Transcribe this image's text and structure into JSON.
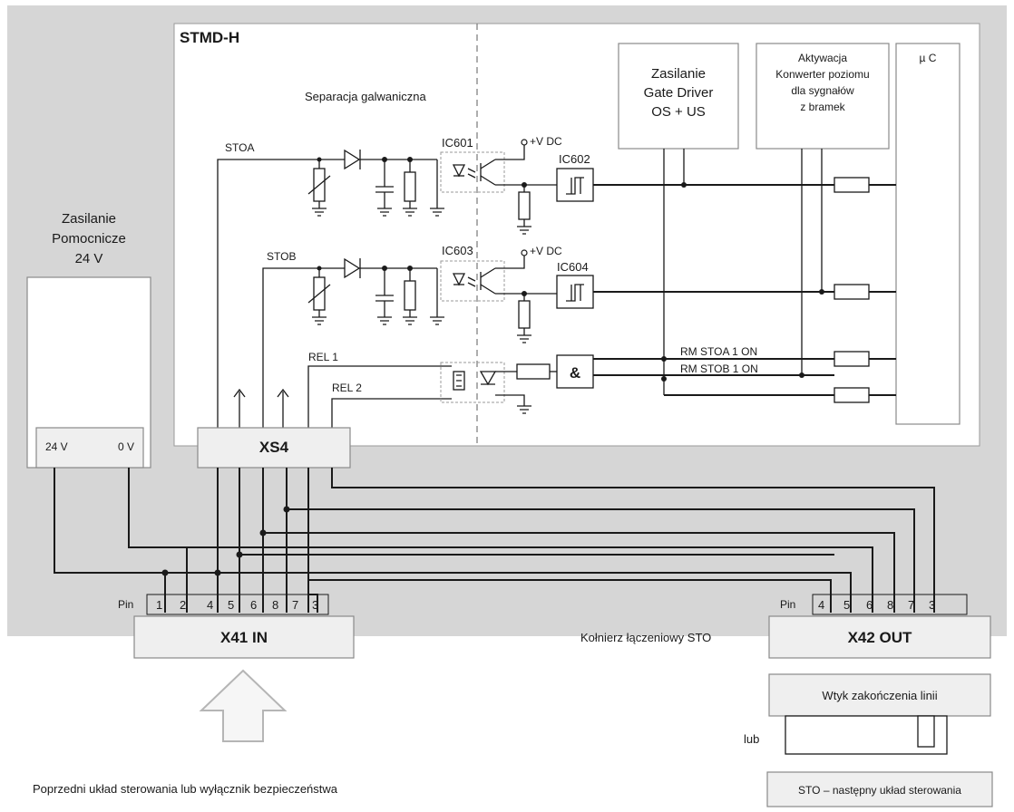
{
  "title": "STMD-H",
  "separation_label": "Separacja galwaniczna",
  "blocks": {
    "gate_driver": [
      "Zasilanie",
      "Gate Driver",
      "OS + US"
    ],
    "converter": [
      "Aktywacja",
      "Konwerter poziomu",
      "dla sygnałów",
      "z bramek"
    ],
    "uc": "µ C",
    "xs4": "XS4",
    "aux_supply": [
      "Zasilanie",
      "Pomocnicze",
      "24 V"
    ],
    "aux_24v": "24 V",
    "aux_0v": "0 V",
    "x41": "X41 IN",
    "x42": "X42 OUT",
    "termination_plug": "Wtyk zakończenia linii",
    "next_controller": "STO – następny układ sterowania"
  },
  "signals": {
    "stoa": "STOA",
    "stob": "STOB",
    "rel1": "REL 1",
    "rel2": "REL 2",
    "rm_stoa": "RM STOA 1 ON",
    "rm_stob": "RM STOB 1 ON"
  },
  "components": {
    "ic601": "IC601",
    "ic602": "IC602",
    "ic603": "IC603",
    "ic604": "IC604",
    "vdc1": "+V DC",
    "vdc2": "+V DC",
    "and_gate": "&"
  },
  "pins": {
    "pin_label_in": "Pin",
    "pin_label_out": "Pin",
    "x41_pins": [
      "1",
      "2",
      "4",
      "5",
      "6",
      "8",
      "7",
      "3"
    ],
    "x42_pins": [
      "4",
      "5",
      "6",
      "8",
      "7",
      "3"
    ]
  },
  "captions": {
    "flange": "Kołnierz łączeniowy STO",
    "or_label": "lub",
    "previous": "Poprzedni układ sterowania lub wyłącznik bezpieczeństwa"
  }
}
